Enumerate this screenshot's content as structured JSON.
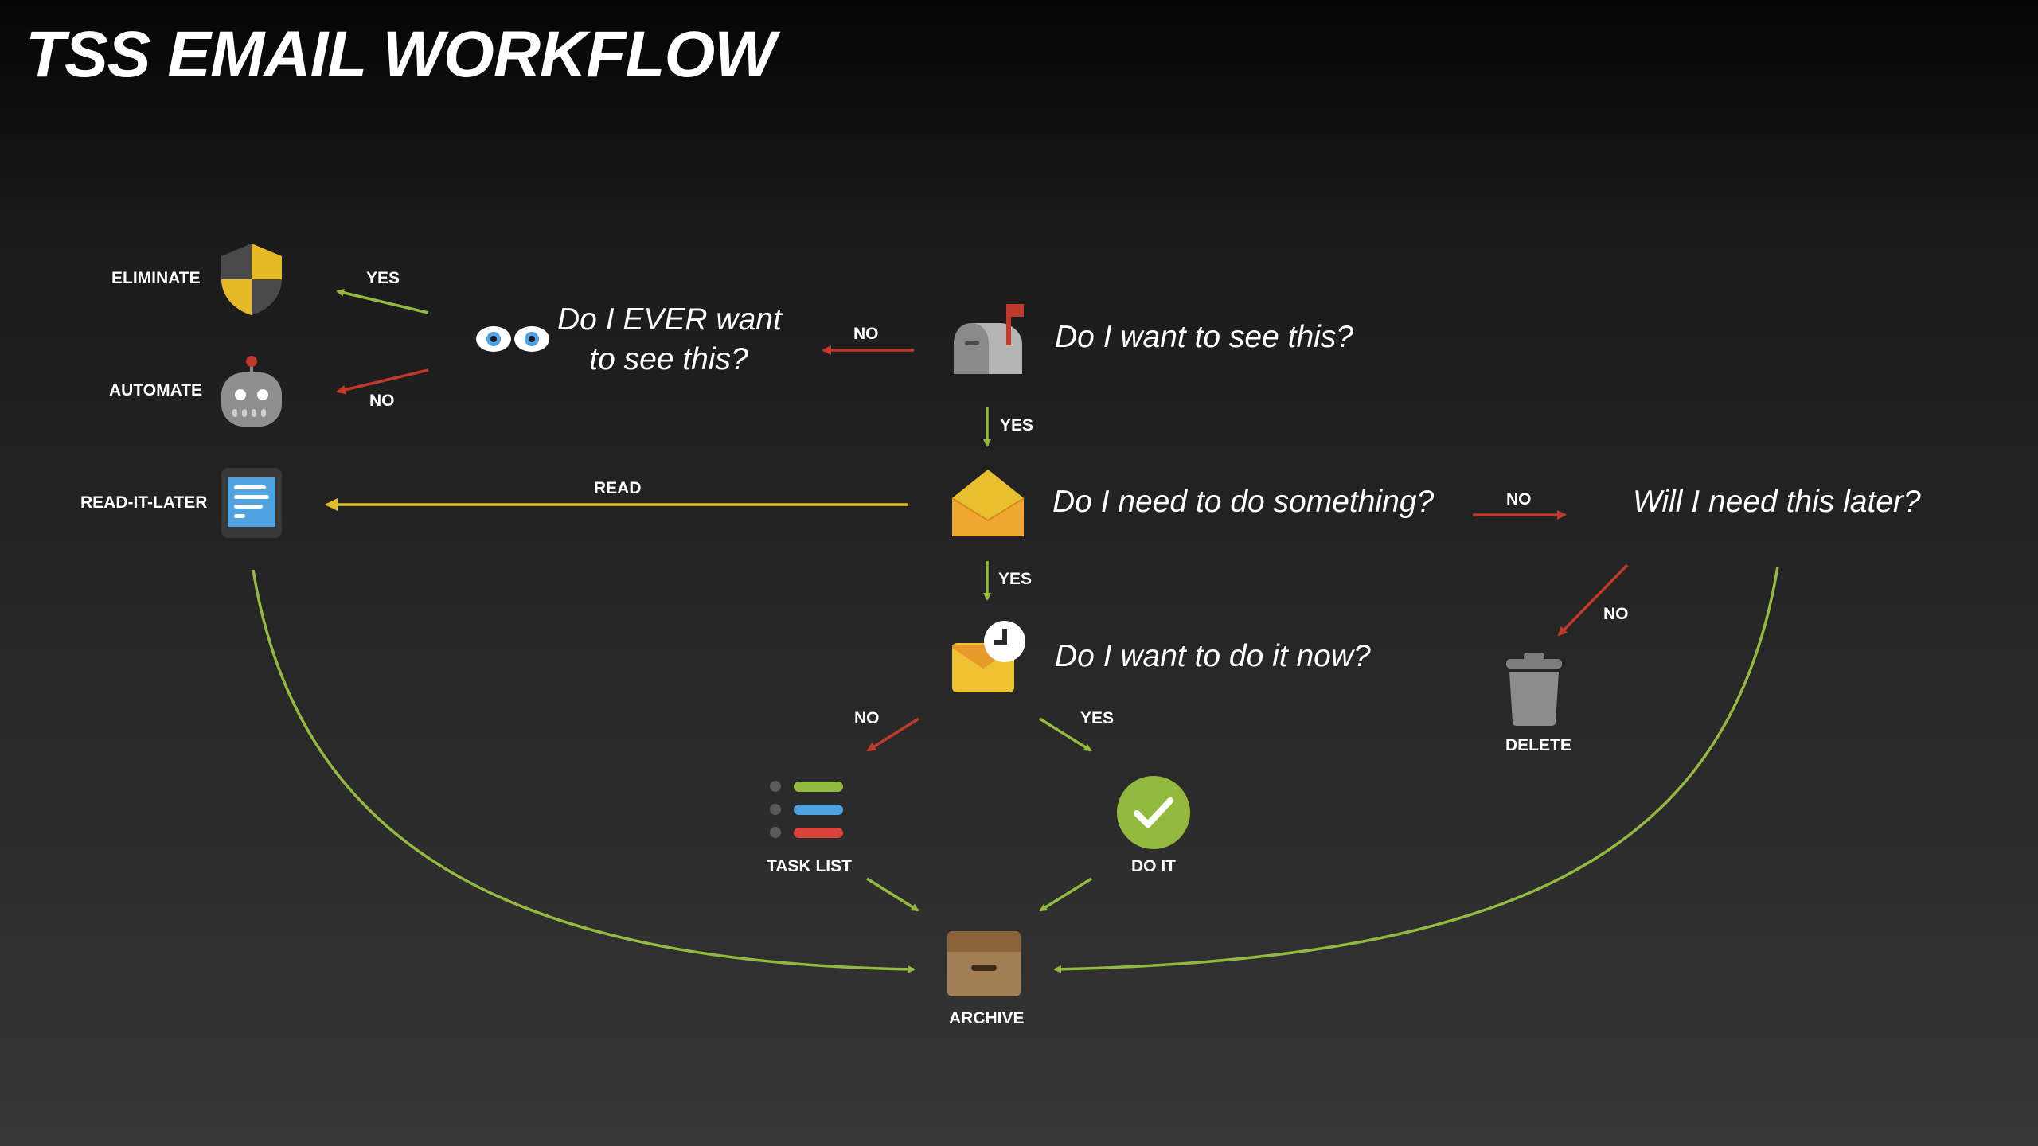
{
  "title": "TSS EMAIL WORKFLOW",
  "questions": {
    "see": "Do I want to see this?",
    "ever_line1": "Do I EVER want",
    "ever_line2": "to see this?",
    "do_something": "Do I need to do something?",
    "need_later": "Will I need this later?",
    "do_now": "Do I want to do it now?"
  },
  "outcomes": {
    "eliminate": "ELIMINATE",
    "automate": "AUTOMATE",
    "read_it_later": "READ-IT-LATER",
    "delete": "DELETE",
    "task_list": "TASK LIST",
    "do_it": "DO IT",
    "archive": "ARCHIVE"
  },
  "edge_labels": {
    "ever_yes": "YES",
    "ever_no": "NO",
    "see_no": "NO",
    "see_yes": "YES",
    "read": "READ",
    "something_no": "NO",
    "something_yes": "YES",
    "later_no": "NO",
    "now_no": "NO",
    "now_yes": "YES"
  },
  "icons": {
    "eliminate": "shield-icon",
    "automate": "robot-icon",
    "read_it_later": "tablet-document-icon",
    "ever": "eyes-icon",
    "see": "mailbox-icon",
    "do_something": "open-envelope-icon",
    "do_now": "envelope-clock-icon",
    "delete": "trash-can-icon",
    "task_list": "task-list-icon",
    "do_it": "checkmark-circle-icon",
    "archive": "archive-box-icon"
  },
  "colors": {
    "yes_arrow": "#93ba3f",
    "no_arrow": "#c0392b",
    "read_arrow": "#e3bd2e"
  }
}
